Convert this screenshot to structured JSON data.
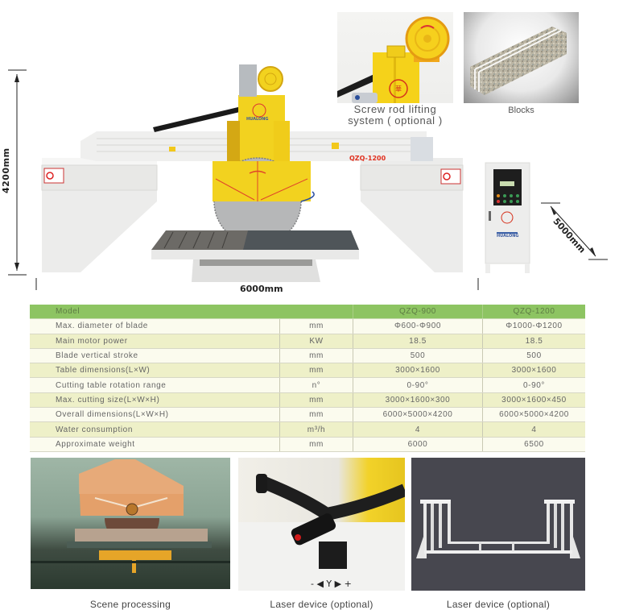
{
  "top_photos": [
    {
      "caption_line1": "Screw rod lifting",
      "caption_line2": "system ( optional )",
      "subject": "yellow lifting motor and gearbox"
    },
    {
      "caption": "Blocks",
      "subject": "granite block with cut slots"
    }
  ],
  "machine": {
    "model_label": "QZQ-1200",
    "brand_label": "HUALONG",
    "dimensions": {
      "height": "4200mm",
      "length": "6000mm",
      "width": "5000mm"
    },
    "colors": {
      "body_yellow": "#f2d21f",
      "frame_grey": "#e4e4e2",
      "model_red": "#e0301e"
    }
  },
  "spec_table": {
    "header": {
      "label": "Model",
      "unit": "",
      "model_1": "QZQ-900",
      "model_2": "QZQ-1200"
    },
    "rows": [
      {
        "label": "Max. diameter of blade",
        "unit": "mm",
        "model_1": "Φ600-Φ900",
        "model_2": "Φ1000-Φ1200"
      },
      {
        "label": "Main motor power",
        "unit": "KW",
        "model_1": "18.5",
        "model_2": "18.5"
      },
      {
        "label": "Blade vertical stroke",
        "unit": "mm",
        "model_1": "500",
        "model_2": "500"
      },
      {
        "label": "Table dimensions(L×W)",
        "unit": "mm",
        "model_1": "3000×1600",
        "model_2": "3000×1600"
      },
      {
        "label": "Cutting table rotation range",
        "unit": "n°",
        "model_1": "0-90°",
        "model_2": "0-90°"
      },
      {
        "label": "Max. cutting size(L×W×H)",
        "unit": "mm",
        "model_1": "3000×1600×300",
        "model_2": "3000×1600×450"
      },
      {
        "label": "Overall dimensions(L×W×H)",
        "unit": "mm",
        "model_1": "6000×5000×4200",
        "model_2": "6000×5000×4200"
      },
      {
        "label": "Water consumption",
        "unit": "m³/h",
        "model_1": "4",
        "model_2": "4"
      },
      {
        "label": "Approximate weight",
        "unit": "mm",
        "model_1": "6000",
        "model_2": "6500"
      }
    ],
    "colors": {
      "header_green": "#8dc462",
      "row_light": "#fbfbee",
      "row_tint": "#eef0c8"
    }
  },
  "bottom_photos": [
    {
      "caption": "Scene processing",
      "subject": "saw cutting stone slab"
    },
    {
      "caption": "Laser device (optional)",
      "subject": "laser pointer on hose",
      "panel_symbols": "- ◀ Y ▶ +"
    },
    {
      "caption": "Laser device (optional)",
      "subject": "white steel rack frame"
    }
  ]
}
